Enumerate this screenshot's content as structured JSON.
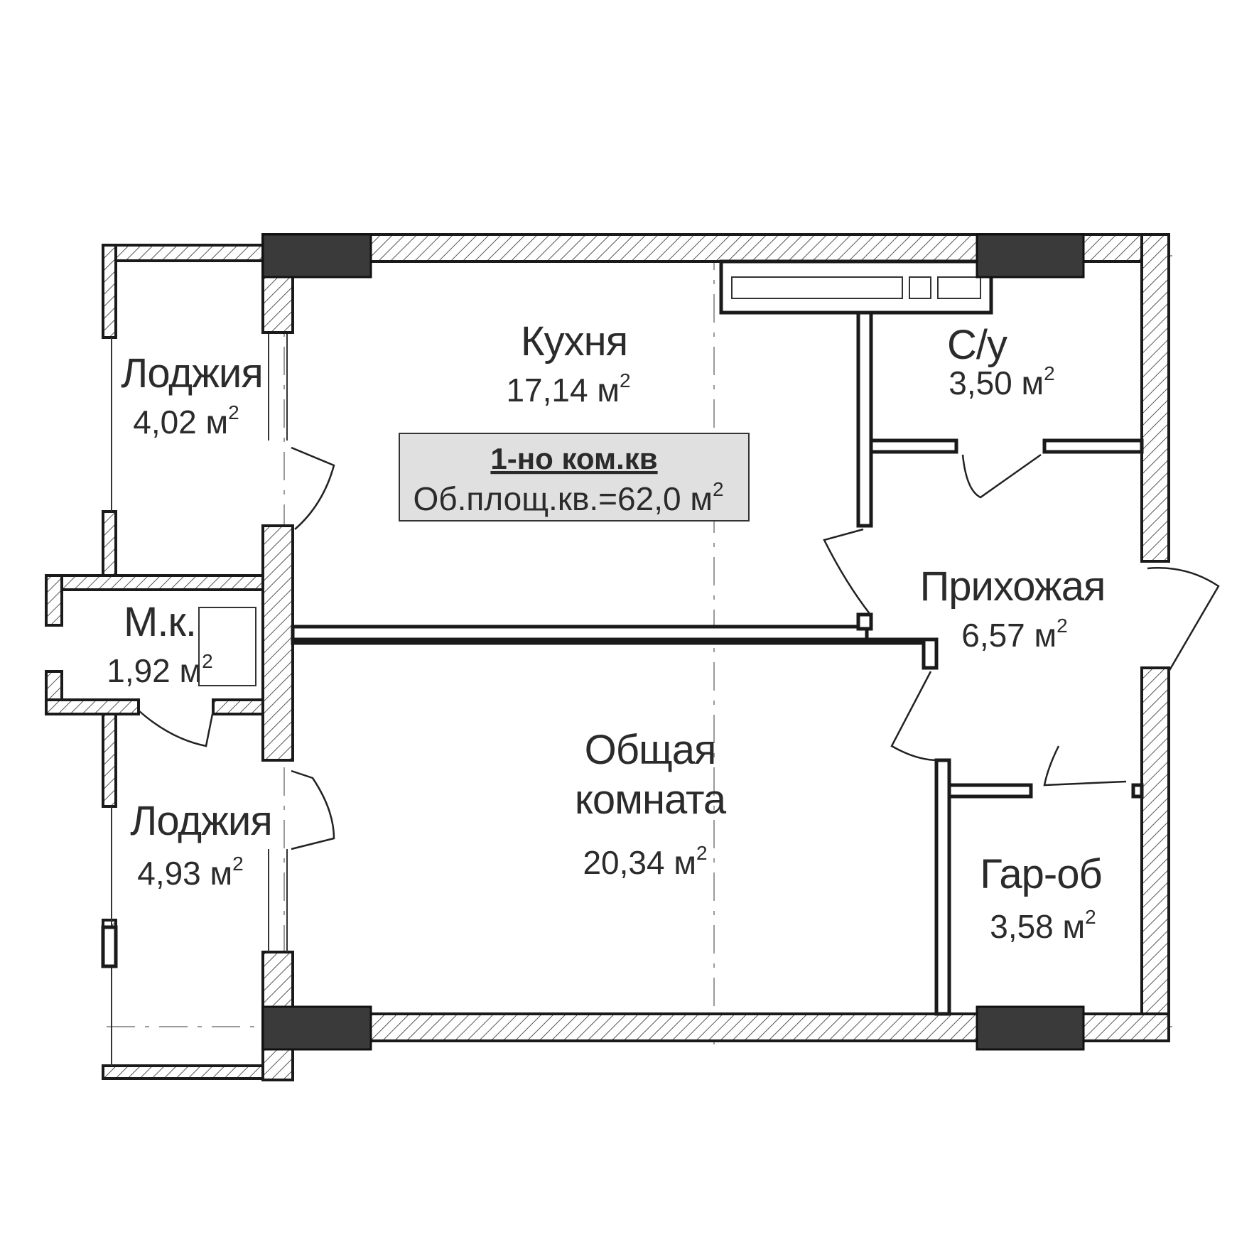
{
  "plan": {
    "info_box": {
      "title": "1-но ком.кв",
      "total_area": "Об.площ.кв.=62,0 м",
      "fill_color": "#e0e0e0"
    },
    "rooms": [
      {
        "name": "Кухня",
        "area": "17,14 м"
      },
      {
        "name": "Лоджия",
        "area": "4,02 м"
      },
      {
        "name": "С/у",
        "area": "3,50 м"
      },
      {
        "name": "Прихожая",
        "area": "6,57 м"
      },
      {
        "name": "М.к.",
        "area": "1,92 м"
      },
      {
        "name_line1": "Общая",
        "name_line2": "комната",
        "area": "20,34 м"
      },
      {
        "name": "Лоджия",
        "area": "4,93 м"
      },
      {
        "name": "Гар-об",
        "area": "3,58 м"
      }
    ],
    "unit_superscript": "2",
    "colors": {
      "wall_outline": "#1a1a1a",
      "column_fill": "#3a3a3a",
      "text": "#2b2b2b"
    }
  }
}
